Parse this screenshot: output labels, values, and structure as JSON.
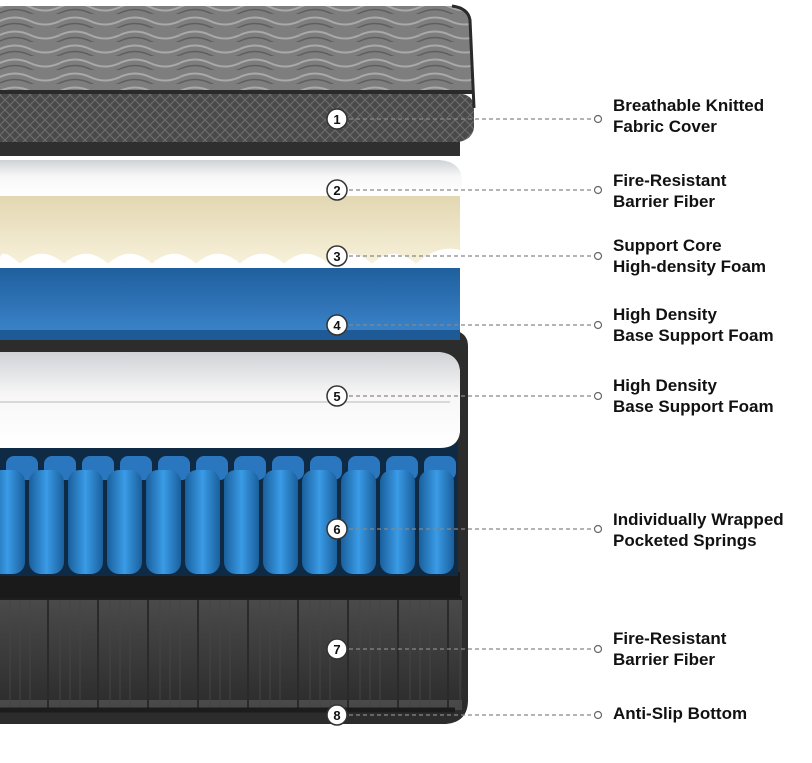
{
  "layers": [
    {
      "number": "1",
      "label_lines": [
        "Breathable Knitted",
        "Fabric Cover"
      ]
    },
    {
      "number": "2",
      "label_lines": [
        "Fire-Resistant",
        "Barrier Fiber"
      ]
    },
    {
      "number": "3",
      "label_lines": [
        "Support Core",
        "High-density Foam"
      ]
    },
    {
      "number": "4",
      "label_lines": [
        "High Density",
        "Base Support Foam"
      ]
    },
    {
      "number": "5",
      "label_lines": [
        "High Density",
        "Base Support Foam"
      ]
    },
    {
      "number": "6",
      "label_lines": [
        "Individually Wrapped",
        "Pocketed Springs"
      ]
    },
    {
      "number": "7",
      "label_lines": [
        "Fire-Resistant",
        "Barrier Fiber"
      ]
    },
    {
      "number": "8",
      "label_lines": [
        "Anti-Slip Bottom"
      ]
    }
  ],
  "colors": {
    "knit_top": "#7c7c7c",
    "knit_border": "#3a3a3a",
    "white_layer": "#f2f2f2",
    "foam_cream": "#f1ead0",
    "foam_blue": "#2f74bd",
    "spring_blue": "#2a86d4",
    "base_dark": "#3c3c3c",
    "leader_line": "#888888",
    "label_text": "#111111"
  }
}
